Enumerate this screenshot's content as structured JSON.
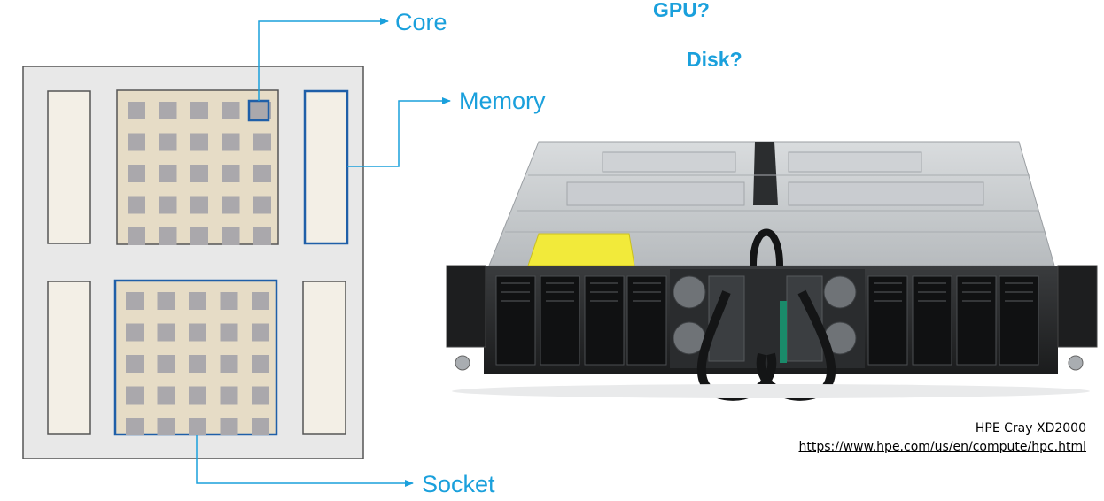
{
  "labels": {
    "core": "Core",
    "memory": "Memory",
    "socket": "Socket",
    "gpu": "GPU?",
    "disk": "Disk?"
  },
  "caption": {
    "title": "HPE Cray XD2000",
    "url": "https://www.hpe.com/us/en/compute/hpc.html"
  },
  "colors": {
    "accent": "#1aa0dc",
    "highlight": "#1f5fa8",
    "board": "#e8e8e8",
    "socket_fill": "#e6dcc6",
    "core_fill": "#aaa8ac",
    "memory_fill": "#f3efe6"
  },
  "diagram": {
    "sockets": [
      {
        "name": "socket-top",
        "rows": 5,
        "cols": 5,
        "highlighted": false,
        "highlighted_core": [
          0,
          4
        ]
      },
      {
        "name": "socket-bottom",
        "rows": 5,
        "cols": 5,
        "highlighted": true,
        "highlighted_core": null
      }
    ],
    "memory_modules": [
      {
        "name": "memory-top-left",
        "highlighted": false
      },
      {
        "name": "memory-top-right",
        "highlighted": true
      },
      {
        "name": "memory-bottom-left",
        "highlighted": false
      },
      {
        "name": "memory-bottom-right",
        "highlighted": false
      }
    ]
  }
}
